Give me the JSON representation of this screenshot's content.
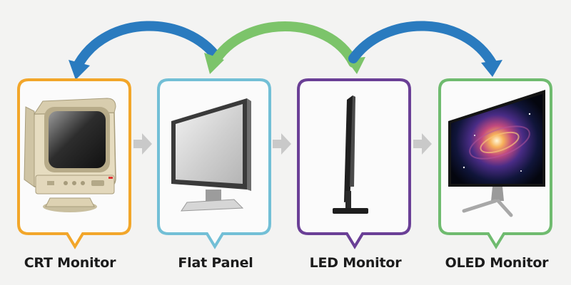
{
  "stages": [
    {
      "label": "CRT Monitor",
      "color": "#f2a62a",
      "icon": "crt-monitor"
    },
    {
      "label": "Flat Panel",
      "color": "#72bfd6",
      "icon": "flat-panel-monitor"
    },
    {
      "label": "LED Monitor",
      "color": "#6a3f96",
      "icon": "led-monitor-side-view"
    },
    {
      "label": "OLED Monitor",
      "color": "#6fbb6f",
      "icon": "oled-monitor-galaxy-screen"
    }
  ],
  "arc_colors": {
    "blue": "#2a7bbf",
    "green": "#7cc46a"
  },
  "step_arrow_color": "#c9c9c9",
  "background": "#f3f3f2"
}
